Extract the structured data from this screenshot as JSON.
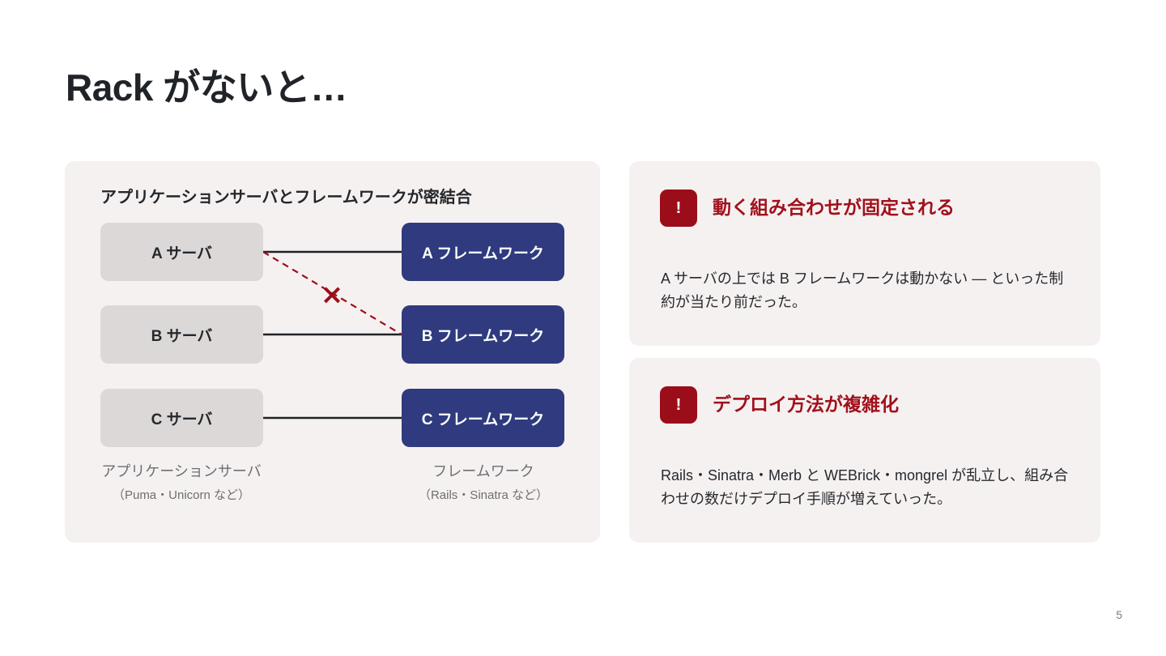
{
  "slide": {
    "title": "Rack がないと…",
    "page_number": "5"
  },
  "diagram": {
    "title": "アプリケーションサーバとフレームワークが密結合",
    "servers": [
      "A サーバ",
      "B サーバ",
      "C サーバ"
    ],
    "frameworks": [
      "A フレームワーク",
      "B フレームワーク",
      "C フレームワーク"
    ],
    "server_column_label": "アプリケーションサーバ",
    "server_column_sub": "（Puma・Unicorn など）",
    "framework_column_label": "フレームワーク",
    "framework_column_sub": "（Rails・Sinatra など）",
    "blocked_link_mark": "×",
    "colors": {
      "server_box": "#dcd8d8",
      "framework_box": "#2f3b7e",
      "blocked_link": "#9b0e19"
    }
  },
  "cards": [
    {
      "badge": "!",
      "title": "動く組み合わせが固定される",
      "body": "A サーバの上では B フレームワークは動かない ― といった制約が当たり前だった。"
    },
    {
      "badge": "!",
      "title": "デプロイ方法が複雑化",
      "body": "Rails・Sinatra・Merb と WEBrick・mongrel が乱立し、組み合わせの数だけデプロイ手順が増えていった。"
    }
  ],
  "accent_color": "#9b0e19"
}
